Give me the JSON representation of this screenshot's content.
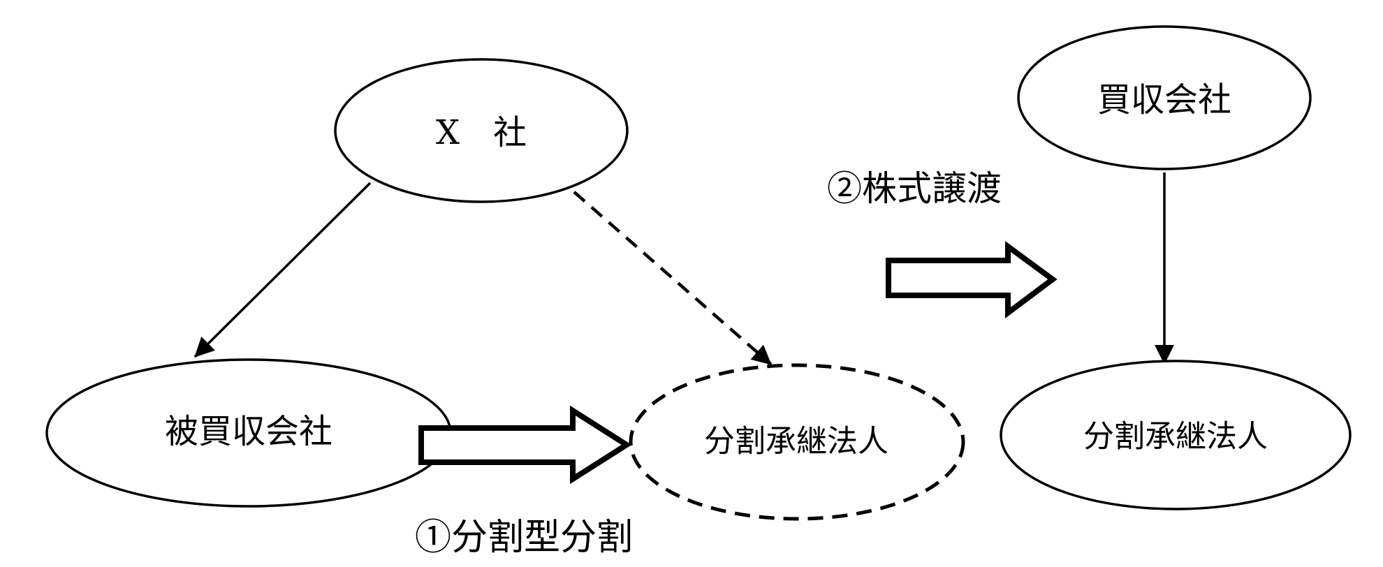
{
  "diagram": {
    "background_color": "#ffffff",
    "line_color": "#000000",
    "nodes": {
      "x_company": {
        "label": "X　社"
      },
      "acquired_company": {
        "label": "被買収会社"
      },
      "division_successor_planned": {
        "label": "分割承継法人"
      },
      "acquiring_company": {
        "label": "買収会社"
      },
      "division_successor_final": {
        "label": "分割承継法人"
      }
    },
    "steps": {
      "step1": {
        "label": "①分割型分割"
      },
      "step2": {
        "label": "②株式譲渡"
      }
    }
  }
}
